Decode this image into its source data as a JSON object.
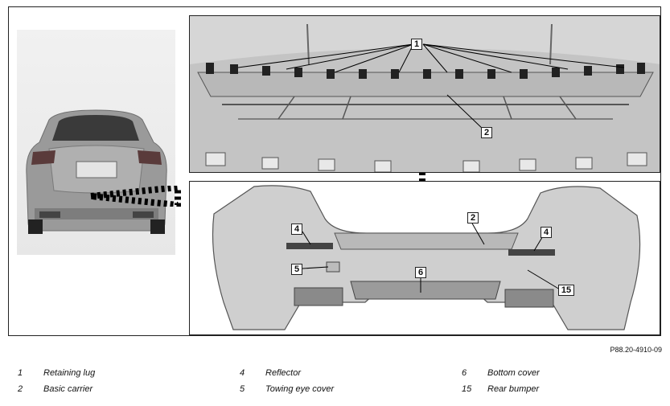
{
  "diagram": {
    "reference_code": "P88.20-4910-09",
    "callouts_top": [
      {
        "id": "callout-top-1",
        "label": "1"
      },
      {
        "id": "callout-top-2",
        "label": "2"
      }
    ],
    "callouts_bottom": [
      {
        "id": "callout-bottom-4-left",
        "label": "4"
      },
      {
        "id": "callout-bottom-2",
        "label": "2"
      },
      {
        "id": "callout-bottom-4-right",
        "label": "4"
      },
      {
        "id": "callout-bottom-5",
        "label": "5"
      },
      {
        "id": "callout-bottom-6",
        "label": "6"
      },
      {
        "id": "callout-bottom-15",
        "label": "15"
      }
    ],
    "legend": [
      {
        "number": "1",
        "label": "Retaining lug"
      },
      {
        "number": "2",
        "label": "Basic carrier"
      },
      {
        "number": "4",
        "label": "Reflector"
      },
      {
        "number": "5",
        "label": "Towing eye cover"
      },
      {
        "number": "6",
        "label": "Bottom cover"
      },
      {
        "number": "15",
        "label": "Rear bumper"
      }
    ]
  }
}
